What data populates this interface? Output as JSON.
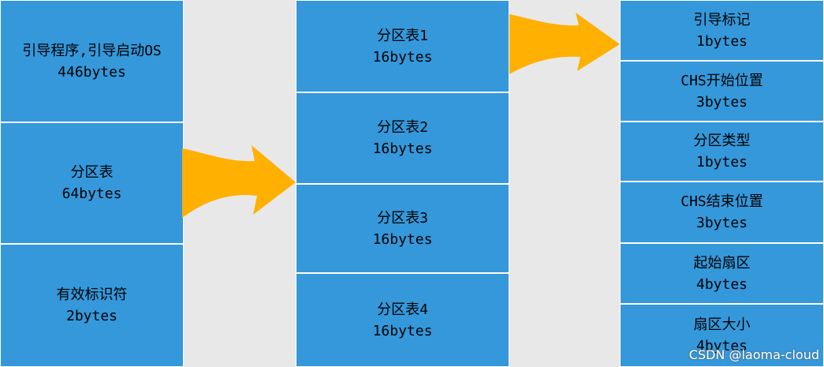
{
  "colors": {
    "box_fill": "#3498db",
    "arrow_fill": "#ffb000",
    "background": "#e8e8e8"
  },
  "mbr": [
    {
      "title": "引导程序,引导启动OS",
      "size": "446bytes"
    },
    {
      "title": "分区表",
      "size": "64bytes"
    },
    {
      "title": "有效标识符",
      "size": "2bytes"
    }
  ],
  "partition_tables": [
    {
      "title": "分区表1",
      "size": "16bytes"
    },
    {
      "title": "分区表2",
      "size": "16bytes"
    },
    {
      "title": "分区表3",
      "size": "16bytes"
    },
    {
      "title": "分区表4",
      "size": "16bytes"
    }
  ],
  "entry_fields": [
    {
      "title": "引导标记",
      "size": "1bytes"
    },
    {
      "title": "CHS开始位置",
      "size": "3bytes"
    },
    {
      "title": "分区类型",
      "size": "1bytes"
    },
    {
      "title": "CHS结束位置",
      "size": "3bytes"
    },
    {
      "title": "起始扇区",
      "size": "4bytes"
    },
    {
      "title": "扇区大小",
      "size": "4bytes"
    }
  ],
  "watermark": "CSDN @laoma-cloud"
}
